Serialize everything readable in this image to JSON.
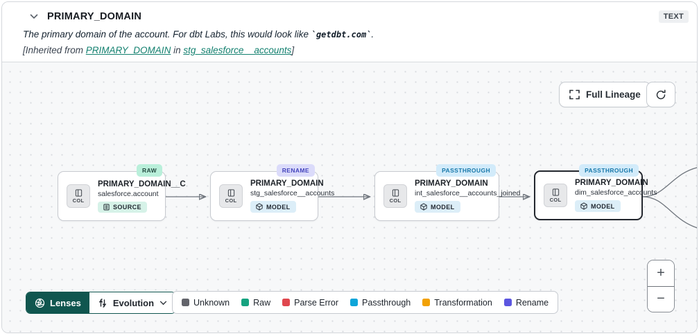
{
  "header": {
    "title": "PRIMARY_DOMAIN",
    "type_badge": "TEXT",
    "description_prefix": "The primary domain of the account. For dbt Labs, this would look like ",
    "description_code": "`getdbt.com`",
    "description_suffix": ".",
    "inherited_prefix": "[Inherited from ",
    "inherited_link_column": "PRIMARY_DOMAIN",
    "inherited_middle": " in ",
    "inherited_link_model": "stg_salesforce__accounts",
    "inherited_suffix": "]"
  },
  "toolbar": {
    "full_lineage_label": "Full Lineage"
  },
  "canvas": {
    "nodes": [
      {
        "title": "PRIMARY_DOMAIN__C",
        "subtitle": "salesforce.account",
        "badge": "SOURCE",
        "tag": "RAW",
        "col_label": "COL"
      },
      {
        "title": "PRIMARY_DOMAIN",
        "subtitle": "stg_salesforce__accounts",
        "badge": "MODEL",
        "tag": "RENAME",
        "col_label": "COL"
      },
      {
        "title": "PRIMARY_DOMAIN",
        "subtitle": "int_salesforce__accounts_joined",
        "badge": "MODEL",
        "tag": "PASSTHROUGH",
        "col_label": "COL"
      },
      {
        "title": "PRIMARY_DOMAIN",
        "subtitle": "dim_salesforce_accounts",
        "badge": "MODEL",
        "tag": "PASSTHROUGH",
        "col_label": "COL"
      }
    ]
  },
  "footer": {
    "lenses_label": "Lenses",
    "lens_selected": "Evolution",
    "legend": [
      {
        "label": "Unknown",
        "color": "#63646b"
      },
      {
        "label": "Raw",
        "color": "#16a380"
      },
      {
        "label": "Parse Error",
        "color": "#e0474e"
      },
      {
        "label": "Passthrough",
        "color": "#0ea5d9"
      },
      {
        "label": "Transformation",
        "color": "#f2a105"
      },
      {
        "label": "Rename",
        "color": "#5c56e0"
      }
    ],
    "zoom_in": "+",
    "zoom_out": "−"
  }
}
